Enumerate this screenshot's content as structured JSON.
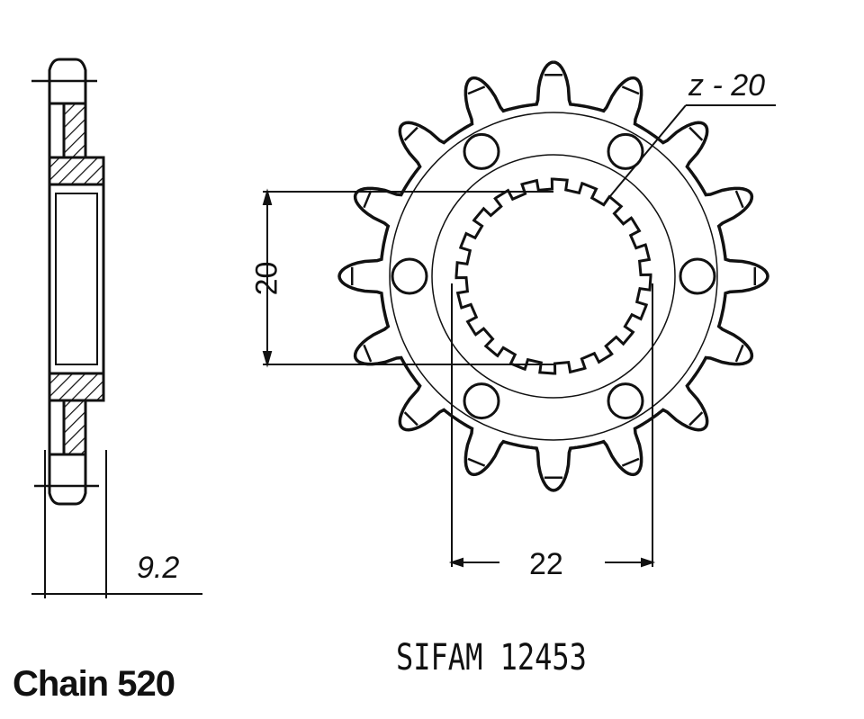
{
  "labels": {
    "chain": "Chain 520",
    "part_number": "SIFAM   12453",
    "tooth_count": "z - 20",
    "spline_height": "20",
    "spline_width": "22",
    "thickness": "9.2"
  },
  "drawing": {
    "sprocket_teeth": 16,
    "spline_teeth": 20,
    "bolt_holes": 6,
    "line_color": "#111111"
  }
}
